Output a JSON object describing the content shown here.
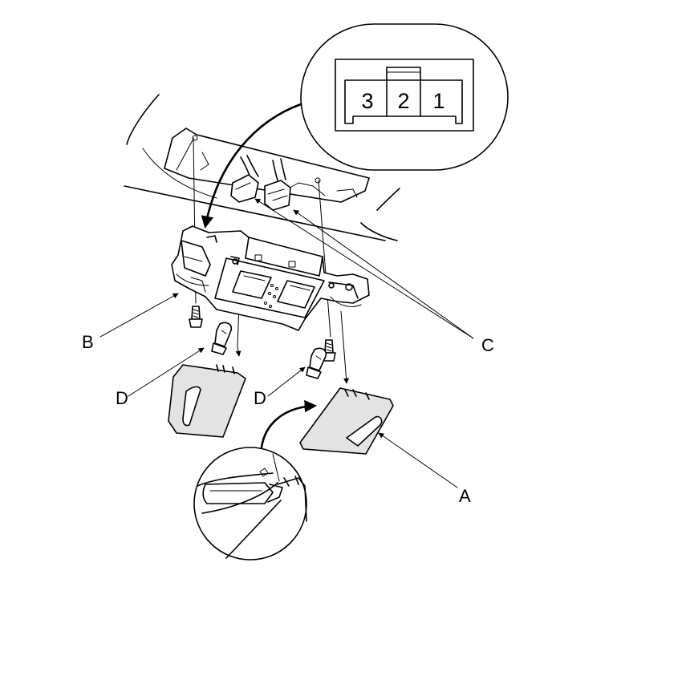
{
  "labels": {
    "A": "A",
    "B": "B",
    "C": "C",
    "D_left": "D",
    "D_right": "D"
  },
  "connector": {
    "pins": [
      "3",
      "2",
      "1"
    ]
  },
  "colors": {
    "line": "#000000",
    "background": "#ffffff",
    "part_fill": "#e3e3e3",
    "shadow_fill": "#9a9a9a"
  }
}
